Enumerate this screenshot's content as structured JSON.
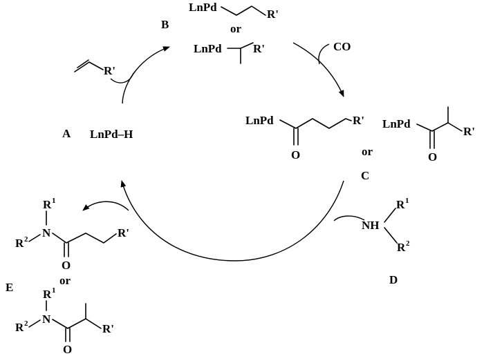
{
  "labels": {
    "A": "A",
    "B": "B",
    "C": "C",
    "D": "D",
    "E": "E"
  },
  "species": {
    "catalyst": "LnPd–H",
    "alkene_substituent": "R'",
    "b_linear_metal": "LnPd",
    "b_linear_substituent": "R'",
    "b_or": "or",
    "b_branched_metal": "LnPd",
    "b_branched_substituent": "R'",
    "co": "CO",
    "c_linear_metal": "LnPd",
    "c_linear_substituent": "R'",
    "c_linear_oxygen": "O",
    "c_or": "or",
    "c_branched_metal": "LnPd",
    "c_branched_substituent": "R'",
    "c_branched_oxygen": "O",
    "amine_nh": "NH",
    "amine_r1": "R",
    "amine_r1_sup": "1",
    "amine_r2": "R",
    "amine_r2_sup": "2",
    "e_linear_r1": "R",
    "e_linear_r1_sup": "1",
    "e_linear_n": "N",
    "e_linear_r2": "R",
    "e_linear_r2_sup": "2",
    "e_linear_substituent": "R'",
    "e_linear_oxygen": "O",
    "e_or": "or",
    "e_branched_r1": "R",
    "e_branched_r1_sup": "1",
    "e_branched_n": "N",
    "e_branched_r2": "R",
    "e_branched_r2_sup": "2",
    "e_branched_substituent": "R'",
    "e_branched_oxygen": "O"
  }
}
